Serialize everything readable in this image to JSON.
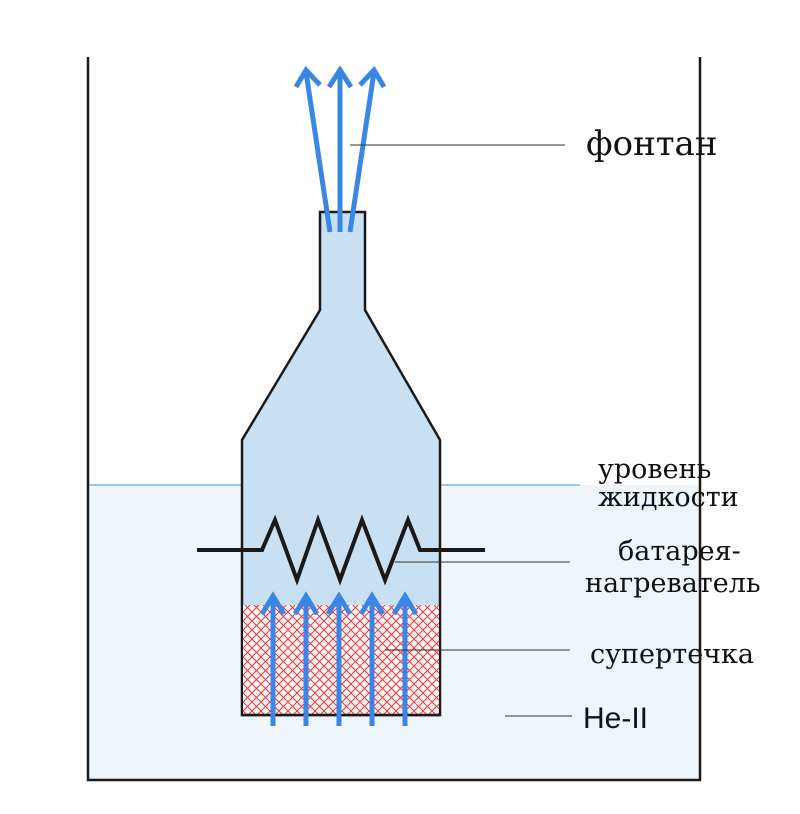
{
  "labels": {
    "fountain": "фонтан",
    "liquid_level_1": "уровень",
    "liquid_level_2": "жидкости",
    "heater_1": "батарея-",
    "heater_2": "нагреватель",
    "superleak": "супертечка",
    "helium": "He-II"
  },
  "colors": {
    "arrow": "#3a86e6",
    "bottle_fill": "#c9e0f2",
    "bath_fill": "#eef5fb",
    "hatch": "#e8373a",
    "outline": "#1a1a1a"
  }
}
